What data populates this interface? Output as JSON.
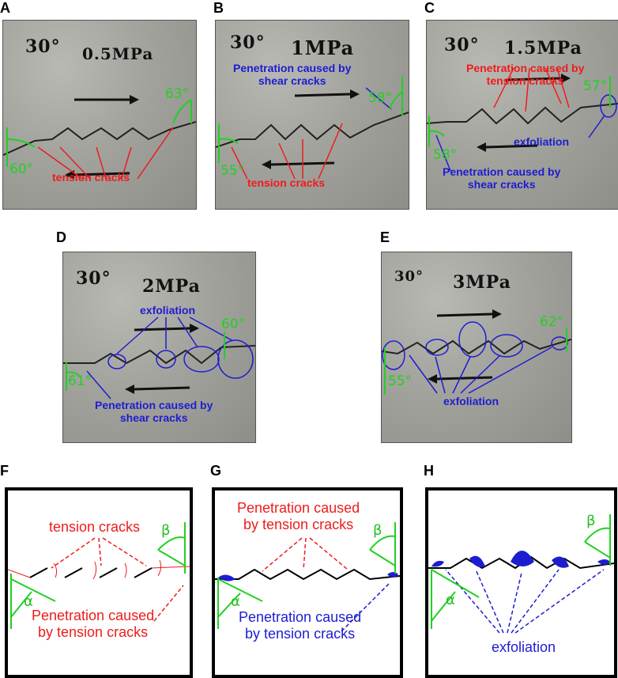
{
  "panels": {
    "A": {
      "letter": "A",
      "angle_text": "30°",
      "pressure": "0.5MPa",
      "labels": {
        "tension": "tension cracks"
      },
      "angles": [
        "63°",
        "60°"
      ]
    },
    "B": {
      "letter": "B",
      "angle_text": "30°",
      "pressure": "1MPa",
      "labels": {
        "penetration": "Penetration caused by\nshear cracks",
        "tension": "tension cracks"
      },
      "angles": [
        "58°",
        "55°"
      ]
    },
    "C": {
      "letter": "C",
      "angle_text": "30°",
      "pressure": "1.5MPa",
      "labels": {
        "penetration_tension": "Penetration caused by\ntension cracks",
        "exfoliation": "exfoliation",
        "penetration_shear": "Penetration caused by\nshear cracks"
      },
      "angles": [
        "57°",
        "58°"
      ]
    },
    "D": {
      "letter": "D",
      "angle_text": "30°",
      "pressure": "2MPa",
      "labels": {
        "exfoliation": "exfoliation",
        "penetration_shear": "Penetration caused by\nshear cracks"
      },
      "angles": [
        "60°",
        "61°"
      ]
    },
    "E": {
      "letter": "E",
      "angle_text": "30°",
      "pressure": "3MPa",
      "labels": {
        "exfoliation": "exfoliation"
      },
      "angles": [
        "62°",
        "55°"
      ]
    },
    "F": {
      "letter": "F",
      "labels": {
        "tension": "tension cracks",
        "penetration": "Penetration caused\nby tension cracks"
      },
      "greek": [
        "β",
        "α"
      ]
    },
    "G": {
      "letter": "G",
      "labels": {
        "penetration_top": "Penetration caused\nby tension cracks",
        "penetration_bottom": "Penetration caused\nby tension cracks"
      },
      "greek": [
        "β",
        "α"
      ]
    },
    "H": {
      "letter": "H",
      "labels": {
        "exfoliation": "exfoliation"
      },
      "greek": [
        "β",
        "α"
      ]
    }
  },
  "colors": {
    "tension": "#ee1c1c",
    "shear": "#1d1dd0",
    "angle": "#22d022"
  }
}
